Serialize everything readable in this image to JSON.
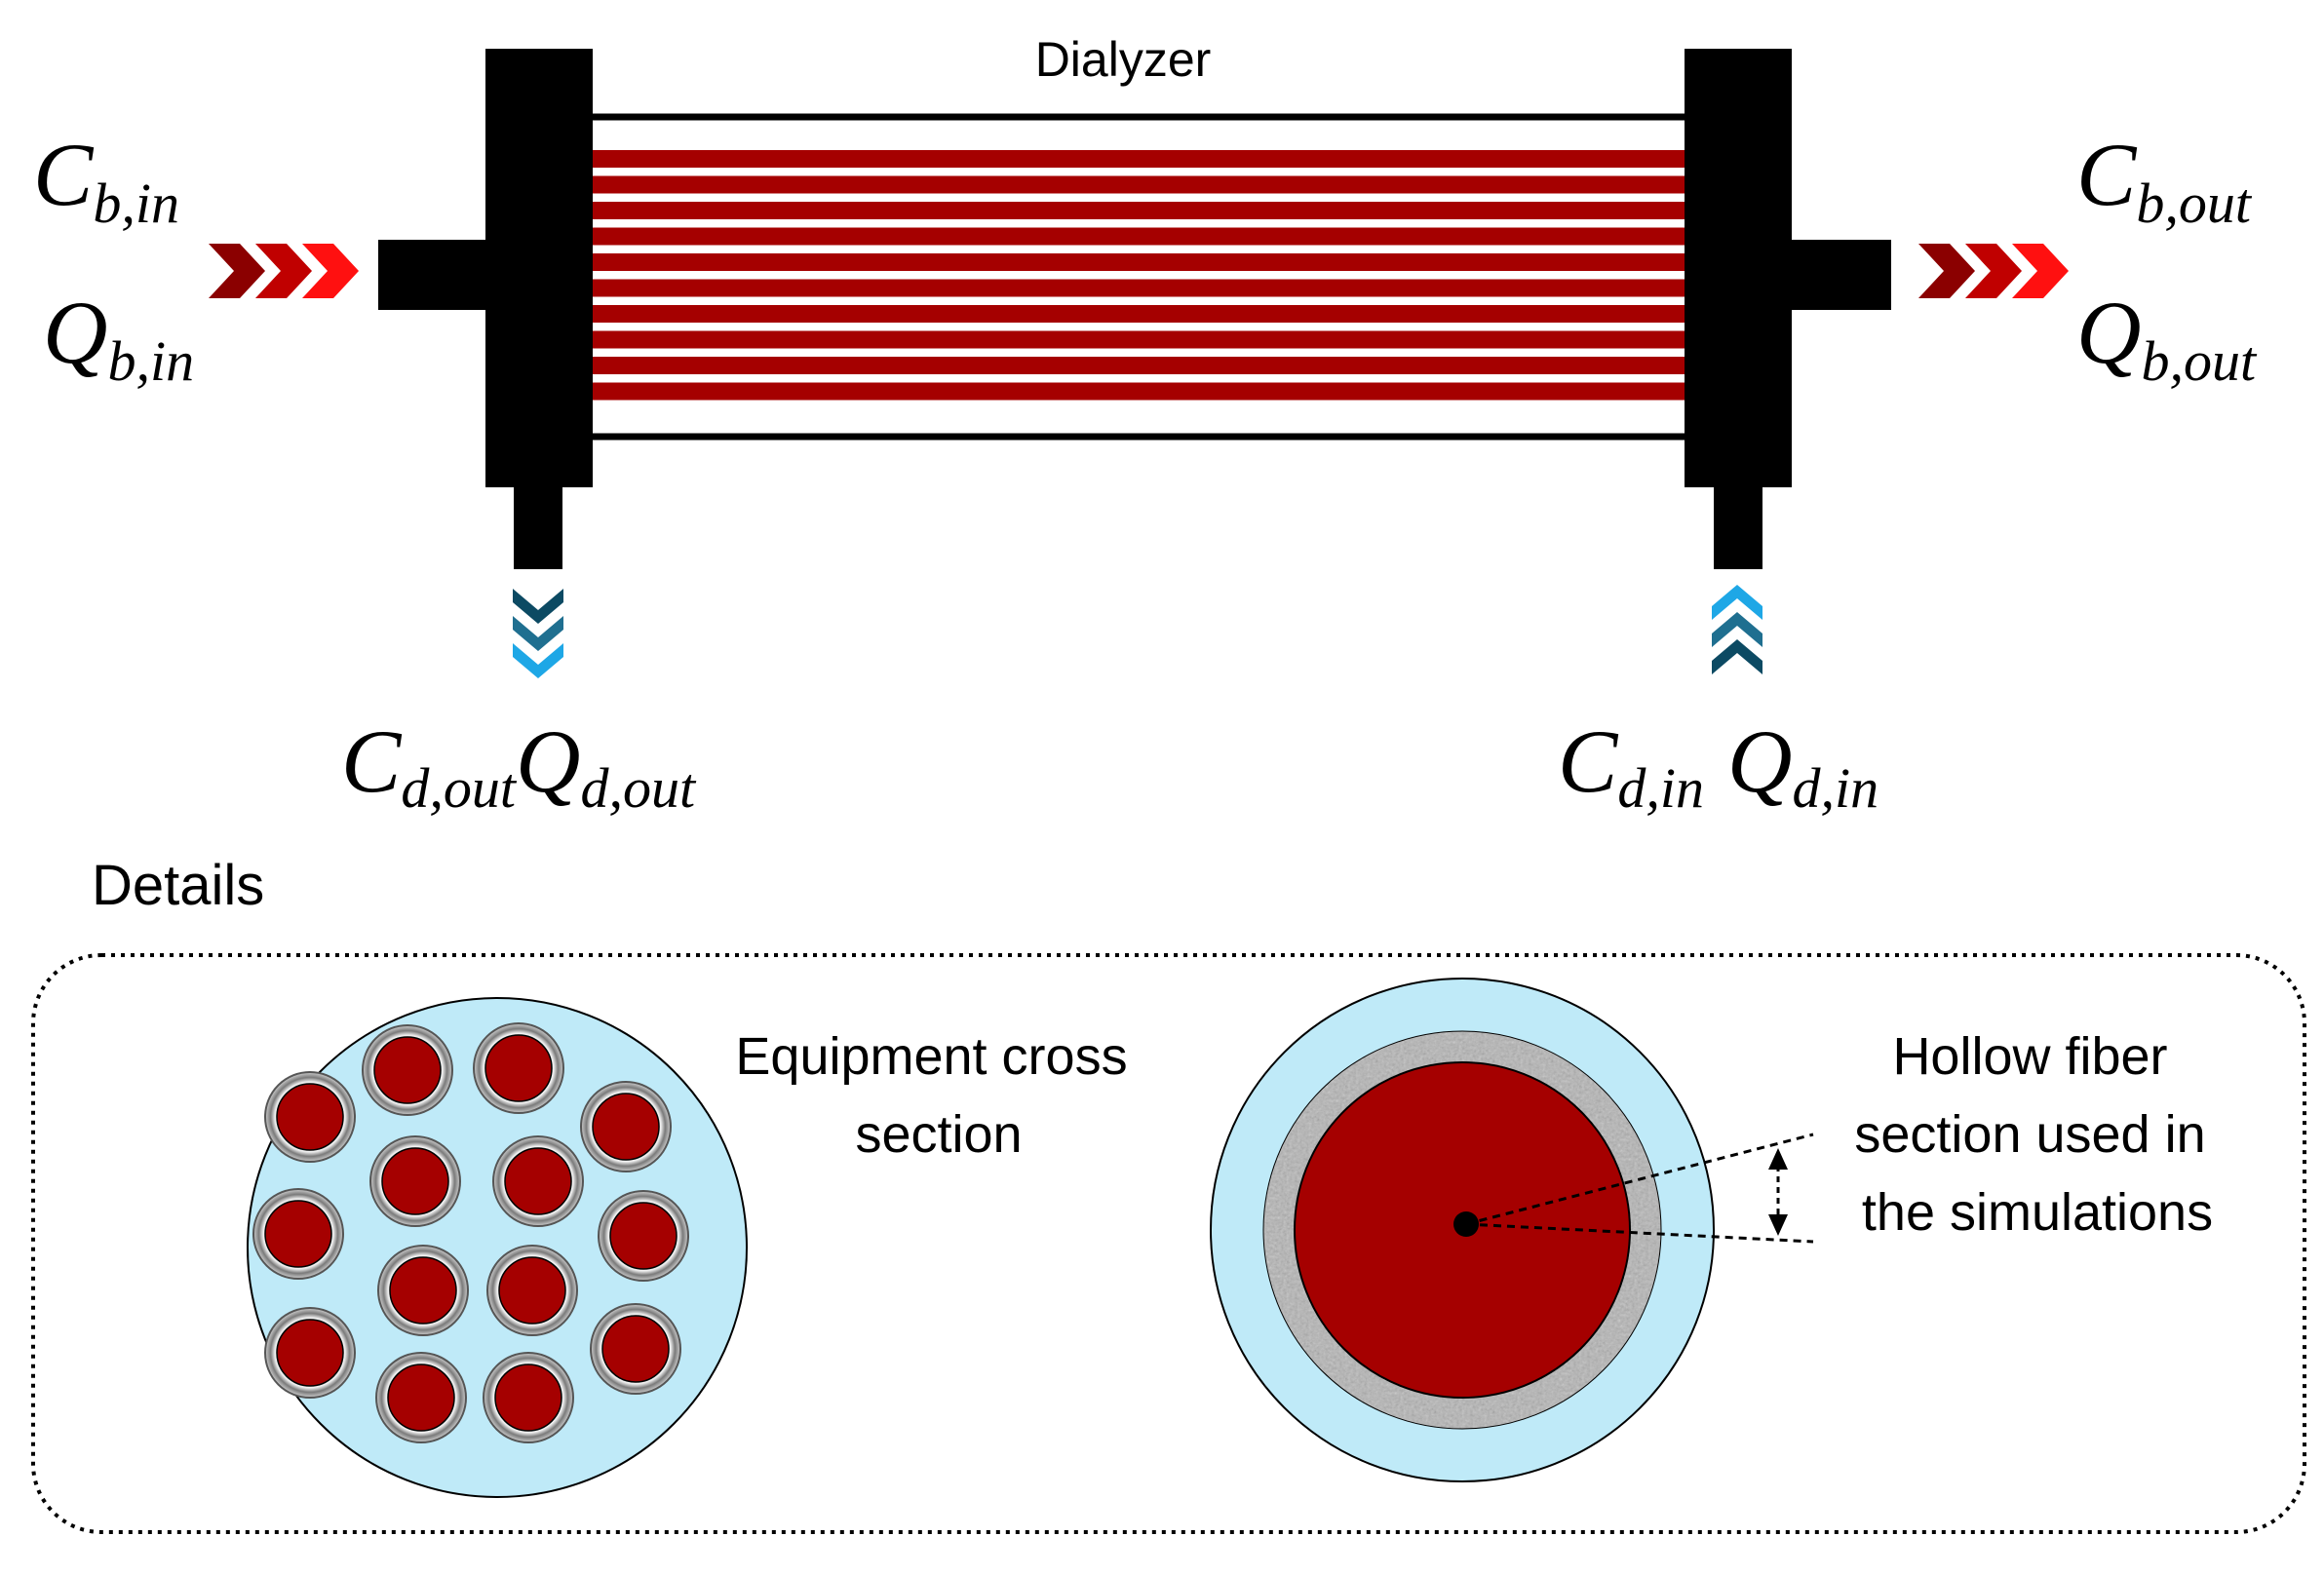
{
  "diagram": {
    "title": "Dialyzer",
    "blood_in": {
      "C_main": "C",
      "C_sub": "b,in",
      "Q_main": "Q",
      "Q_sub": "b,in"
    },
    "blood_out": {
      "C_main": "C",
      "C_sub": "b,out",
      "Q_main": "Q",
      "Q_sub": "b,out"
    },
    "dialysate_out": {
      "C_main": "C",
      "C_sub": "d,out",
      "Q_main": "Q",
      "Q_sub": "d,out"
    },
    "dialysate_in": {
      "C_main": "C",
      "C_sub": "d,in",
      "Q_main": "Q",
      "Q_sub": "d,in"
    },
    "details_label": "Details",
    "cross_section_label_line1": "Equipment cross",
    "cross_section_label_line2": "section",
    "fiber_label_line1": "Hollow fiber",
    "fiber_label_line2": "section used in",
    "fiber_label_line3": "the simulations"
  },
  "colors": {
    "blood": "#a50000",
    "housing": "#000000",
    "dialysate": "#bfeaf8",
    "arrow_dark_red": "#8b0000",
    "arrow_red": "#c00000",
    "arrow_bright_red": "#ff0000",
    "arrow_dark_blue": "#0c4a63",
    "arrow_mid_blue": "#1f6f90",
    "arrow_light_blue": "#1ea7e6",
    "membrane": "#a8a8a8"
  }
}
